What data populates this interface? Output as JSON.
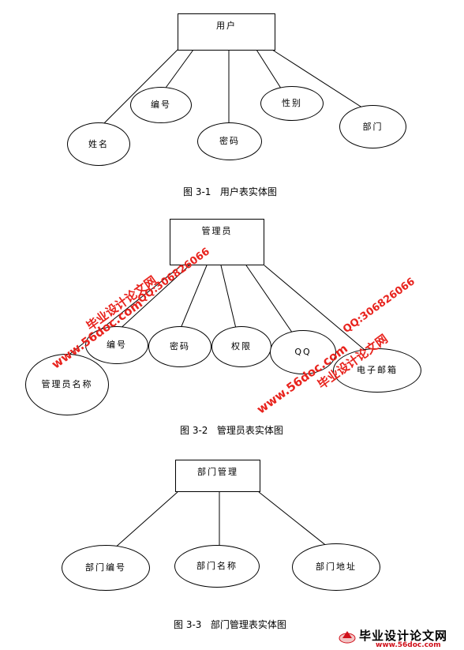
{
  "figures": [
    {
      "entity": "用户",
      "attributes": [
        "编号",
        "性别",
        "姓名",
        "密码",
        "部门"
      ],
      "caption": "图 3-1   用户表实体图"
    },
    {
      "entity": "管理员",
      "attributes": [
        "编号",
        "密码",
        "权限",
        "QQ",
        "管理员名称",
        "电子邮箱"
      ],
      "caption": "图 3-2   管理员表实体图"
    },
    {
      "entity": "部门管理",
      "attributes": [
        "部门编号",
        "部门名称",
        "部门地址"
      ],
      "caption": "图 3-3   部门管理表实体图"
    }
  ],
  "watermark": {
    "site": "毕业设计论文网",
    "url": "www.56doc.com",
    "qq": "QQ:306826066"
  },
  "logo": {
    "name": "毕业设计论文网",
    "url": "www.56doc.com",
    "color": "#d0101a"
  }
}
